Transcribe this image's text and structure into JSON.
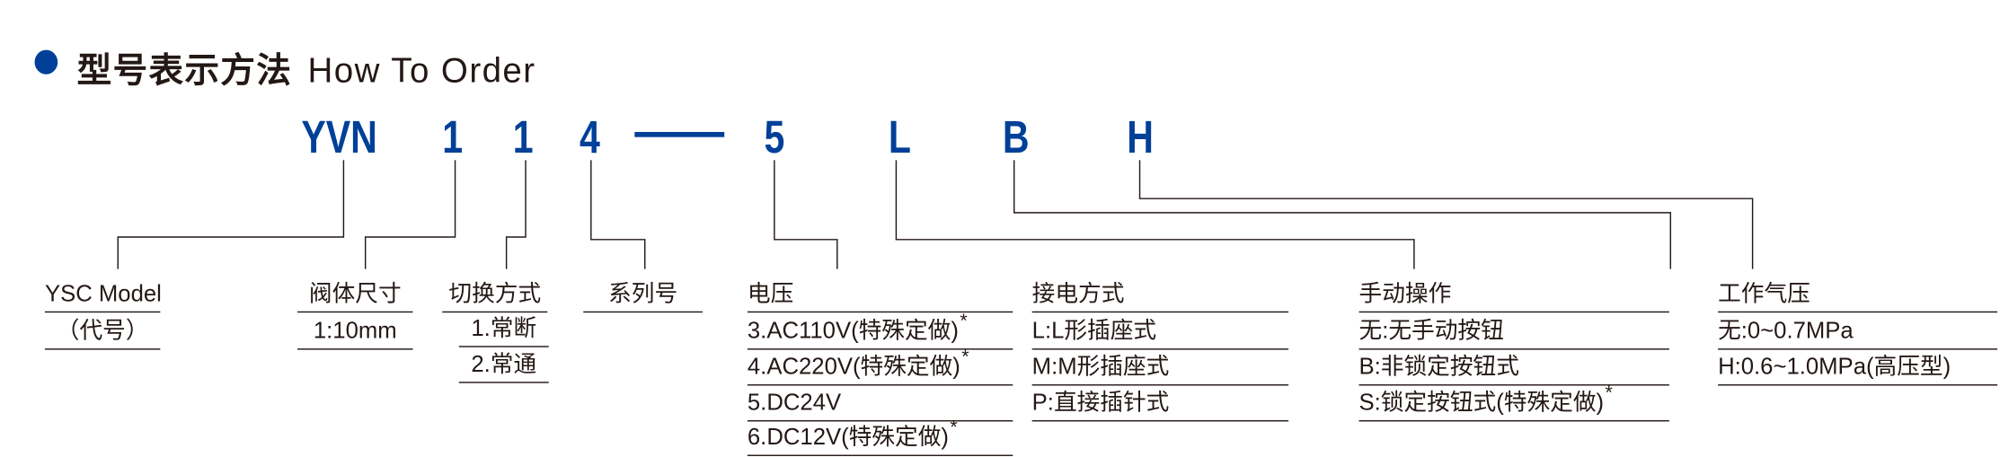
{
  "header": {
    "title_cn": "型号表示方法",
    "title_en": "How To Order",
    "accent": "#004098"
  },
  "code": {
    "prefix": "YVN",
    "size": "1",
    "switch": "1",
    "series": "4",
    "voltage": "5",
    "connector": "L",
    "manual": "B",
    "pressure": "H"
  },
  "groups": {
    "model": {
      "title": "YSC Model",
      "items": [
        "（代号）"
      ]
    },
    "size": {
      "title": "阀体尺寸",
      "items": [
        "1:10mm"
      ]
    },
    "switch": {
      "title": "切换方式",
      "items": [
        "1.常断",
        "2.常通"
      ]
    },
    "series": {
      "title": "系列号",
      "items": []
    },
    "voltage": {
      "title": "电压",
      "items": [
        "3.AC110V(特殊定做)",
        "4.AC220V(特殊定做)",
        "5.DC24V",
        "6.DC12V(特殊定做)"
      ],
      "special_mark": "*"
    },
    "connector": {
      "title": "接电方式",
      "items": [
        "L:L形插座式",
        "M:M形插座式",
        "P:直接插针式"
      ]
    },
    "manual": {
      "title": "手动操作",
      "items": [
        "无:无手动按钮",
        "B:非锁定按钮式",
        "S:锁定按钮式(特殊定做)"
      ]
    },
    "pressure": {
      "title": "工作气压",
      "items": [
        "无:0~0.7MPa",
        "H:0.6~1.0MPa(高压型)"
      ]
    }
  }
}
